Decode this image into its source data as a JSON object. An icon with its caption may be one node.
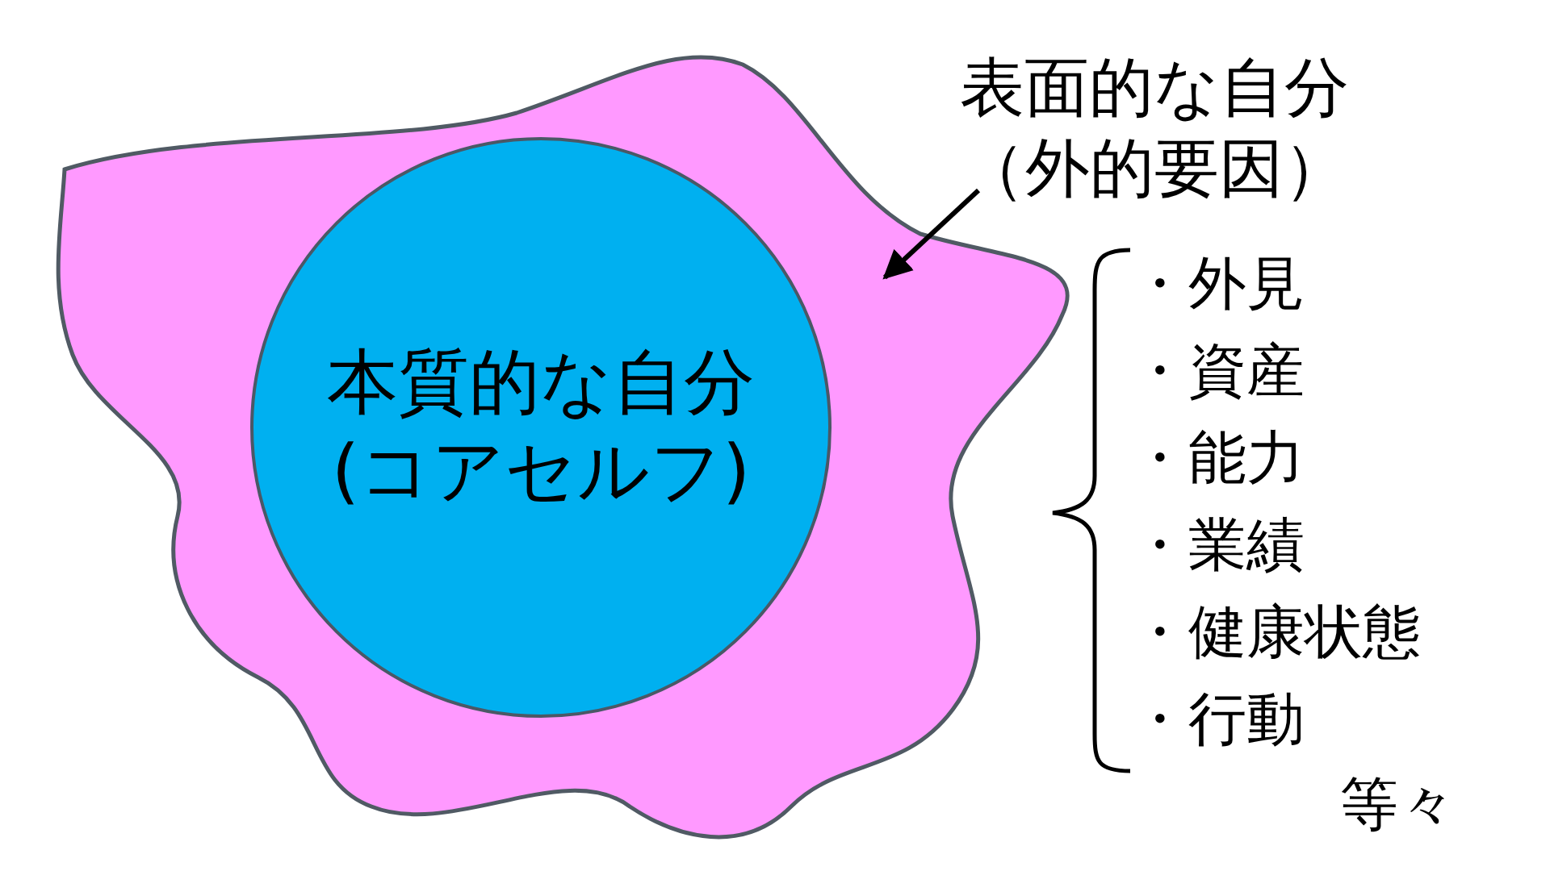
{
  "diagram": {
    "nodes": [
      {
        "text": [],
        "shape": "blob"
      },
      {
        "text": [
          "本質的な自分(コアセルフ)"
        ],
        "in": 0
      },
      {
        "text": [
          "表面的な自分（外的要因）"
        ]
      }
    ],
    "edges": [
      {
        "from": 2,
        "to": 0,
        "arrow": "to"
      }
    ],
    "labels": [
      "・外見",
      "・資産",
      "・能力",
      "・業績",
      "・健康状態",
      "・行動",
      "等々"
    ]
  }
}
